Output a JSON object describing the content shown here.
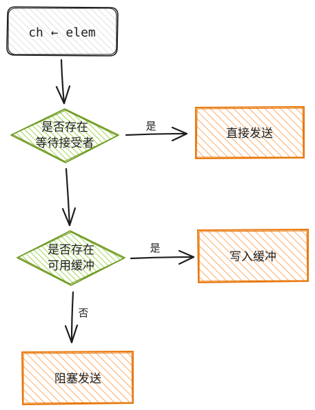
{
  "diagram": {
    "nodes": {
      "start": {
        "text": "ch ← elem",
        "shape": "rounded-rect"
      },
      "check_receiver": {
        "line1": "是否存在",
        "line2": "等待接受者",
        "shape": "diamond"
      },
      "direct_send": {
        "text": "直接发送",
        "shape": "rect"
      },
      "check_buffer": {
        "line1": "是否存在",
        "line2": "可用缓冲",
        "shape": "diamond"
      },
      "write_buffer": {
        "text": "写入缓冲",
        "shape": "rect"
      },
      "block_send": {
        "text": "阻塞发送",
        "shape": "rect"
      }
    },
    "edges": [
      {
        "from": "start",
        "to": "check_receiver",
        "label": ""
      },
      {
        "from": "check_receiver",
        "to": "direct_send",
        "label": "是"
      },
      {
        "from": "check_receiver",
        "to": "check_buffer",
        "label": ""
      },
      {
        "from": "check_buffer",
        "to": "write_buffer",
        "label": "是"
      },
      {
        "from": "check_buffer",
        "to": "block_send",
        "label": "否"
      }
    ]
  },
  "colors": {
    "ink": "#1e1e1e",
    "start_stroke": "#1e1e1e",
    "start_hatch": "#ced4da",
    "decision_stroke": "#6e9a1f",
    "decision_hatch": "#82c91e",
    "action_stroke": "#e8780c",
    "action_hatch": "#fd7e14"
  }
}
